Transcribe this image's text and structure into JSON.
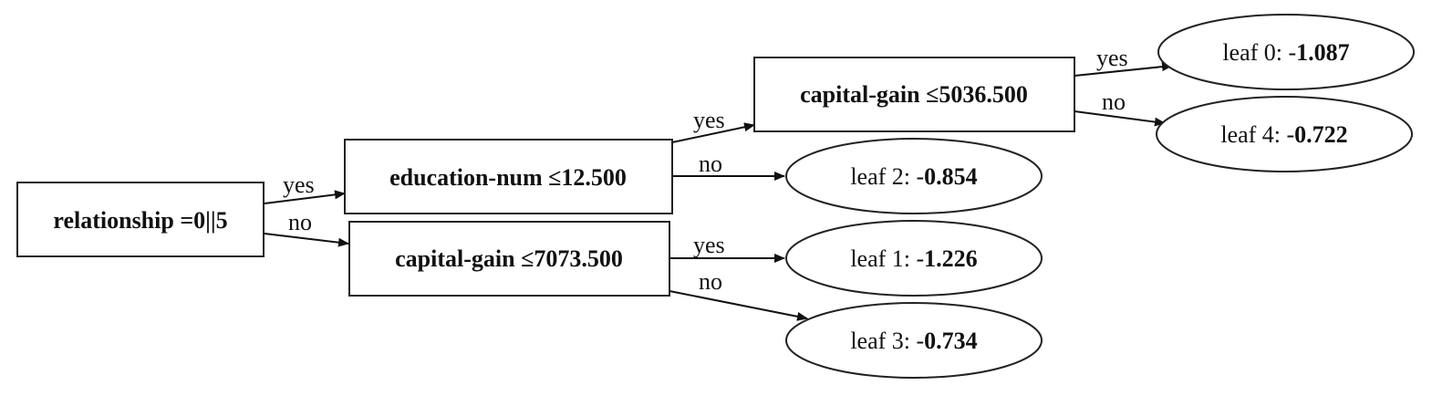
{
  "nodes": {
    "split_root": "relationship =0||5",
    "split_edu": "education-num ≤12.500",
    "split_cg1": "capital-gain ≤7073.500",
    "split_cg2": "capital-gain ≤5036.500"
  },
  "leaves": {
    "leaf0": {
      "prefix": "leaf 0: -",
      "value": "1.087"
    },
    "leaf4": {
      "prefix": "leaf 4: -",
      "value": "0.722"
    },
    "leaf2": {
      "prefix": "leaf 2: -",
      "value": "0.854"
    },
    "leaf1": {
      "prefix": "leaf 1: -",
      "value": "1.226"
    },
    "leaf3": {
      "prefix": "leaf 3: -",
      "value": "0.734"
    }
  },
  "edges": {
    "root_yes": "yes",
    "root_no": "no",
    "edu_yes": "yes",
    "edu_no": "no",
    "cg1_yes": "yes",
    "cg1_no": "no",
    "cg2_yes": "yes",
    "cg2_no": "no"
  }
}
